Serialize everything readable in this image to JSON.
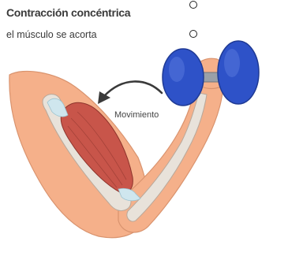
{
  "header": {
    "title": "Contracción concéntrica",
    "subtitle": "el músculo se acorta"
  },
  "diagram": {
    "movement_label": "Movimiento"
  },
  "colors": {
    "skin": "#f5b08a",
    "skin_outline": "#d9936e",
    "bone": "#e8e2da",
    "muscle": "#c8554a",
    "tendon": "#cfe6ee",
    "dumbbell": "#2e52c8",
    "arrow": "#3a3a3a"
  },
  "icons": [
    "bullet-circle-icon",
    "bullet-circle-icon",
    "dumbbell-icon",
    "curved-arrow-icon"
  ]
}
